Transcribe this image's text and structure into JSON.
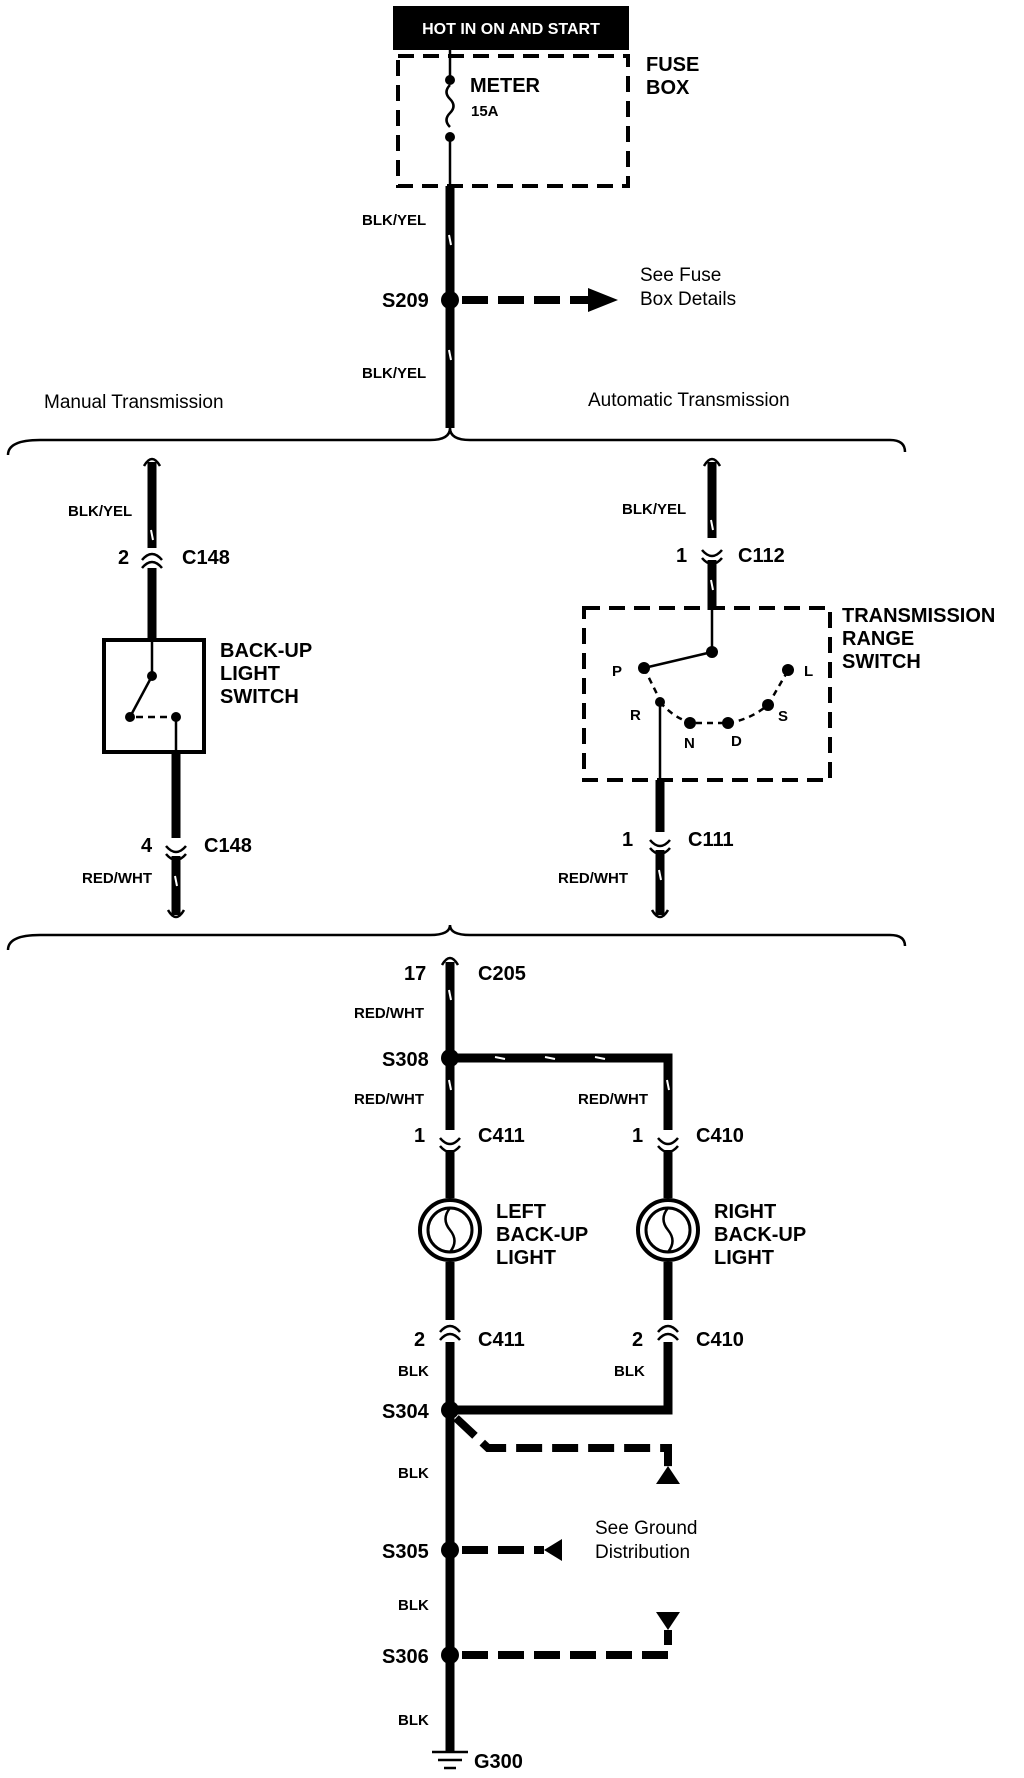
{
  "header": {
    "power_label": "HOT IN ON AND START"
  },
  "fuse_box": {
    "label_line1": "FUSE",
    "label_line2": "BOX",
    "fuse_name": "METER",
    "fuse_rating": "15A"
  },
  "wires": {
    "blk_yel_1": "BLK/YEL",
    "blk_yel_2": "BLK/YEL",
    "blk_yel_manual": "BLK/YEL",
    "blk_yel_auto": "BLK/YEL",
    "red_wht_manual": "RED/WHT",
    "red_wht_auto": "RED/WHT",
    "red_wht_main": "RED/WHT",
    "red_wht_left": "RED/WHT",
    "red_wht_right": "RED/WHT",
    "blk_left": "BLK",
    "blk_right": "BLK",
    "blk_s304": "BLK",
    "blk_s305": "BLK",
    "blk_s306": "BLK"
  },
  "splices": {
    "s209": "S209",
    "s308": "S308",
    "s304": "S304",
    "s305": "S305",
    "s306": "S306"
  },
  "notes": {
    "fuse_details_1": "See Fuse",
    "fuse_details_2": "Box Details",
    "ground_1": "See Ground",
    "ground_2": "Distribution"
  },
  "sections": {
    "manual": "Manual Transmission",
    "automatic": "Automatic Transmission"
  },
  "connectors": {
    "c148_top_pin": "2",
    "c148_top": "C148",
    "c148_bot_pin": "4",
    "c148_bot": "C148",
    "c112_pin": "1",
    "c112": "C112",
    "c111_pin": "1",
    "c111": "C111",
    "c205_pin": "17",
    "c205": "C205",
    "c411_top_pin": "1",
    "c411_top": "C411",
    "c410_top_pin": "1",
    "c410_top": "C410",
    "c411_bot_pin": "2",
    "c411_bot": "C411",
    "c410_bot_pin": "2",
    "c410_bot": "C410"
  },
  "components": {
    "backup_switch": [
      "BACK-UP",
      "LIGHT",
      "SWITCH"
    ],
    "trans_switch": [
      "TRANSMISSION",
      "RANGE",
      "SWITCH"
    ],
    "left_light": [
      "LEFT",
      "BACK-UP",
      "LIGHT"
    ],
    "right_light": [
      "RIGHT",
      "BACK-UP",
      "LIGHT"
    ]
  },
  "range_positions": {
    "p": "P",
    "r": "R",
    "n": "N",
    "d": "D",
    "s": "S",
    "l": "L"
  },
  "ground": {
    "g300": "G300"
  }
}
